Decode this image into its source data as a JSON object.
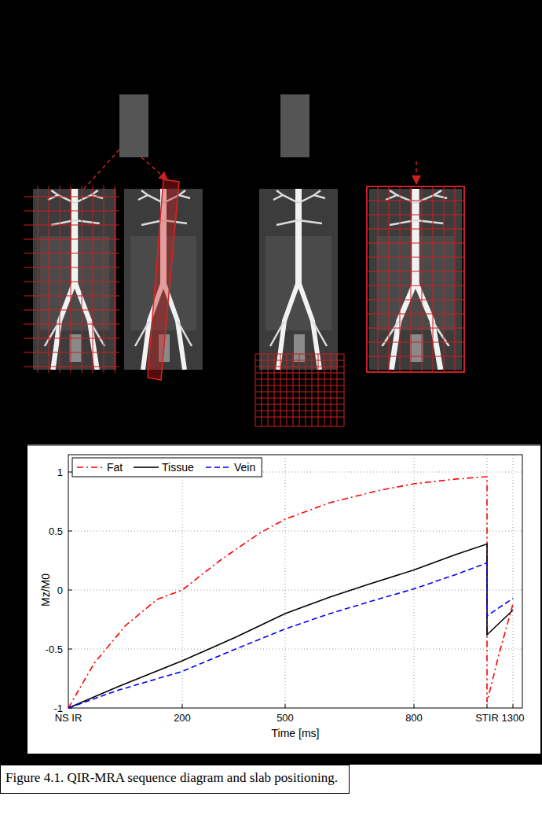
{
  "diagram": {
    "caption": "Figure 4.1. QIR-MRA sequence diagram and slab positioning.",
    "labels": [
      "1",
      "0.5",
      "0",
      "-0.5",
      "-1",
      "Mz/M0",
      "NS IR",
      "200",
      "500",
      "800",
      "STIR",
      "1300",
      "Time [ms]"
    ],
    "legend": [
      {
        "text": "Fat"
      },
      {
        "text": "Tissue"
      },
      {
        "text": "Vein"
      }
    ]
  }
}
